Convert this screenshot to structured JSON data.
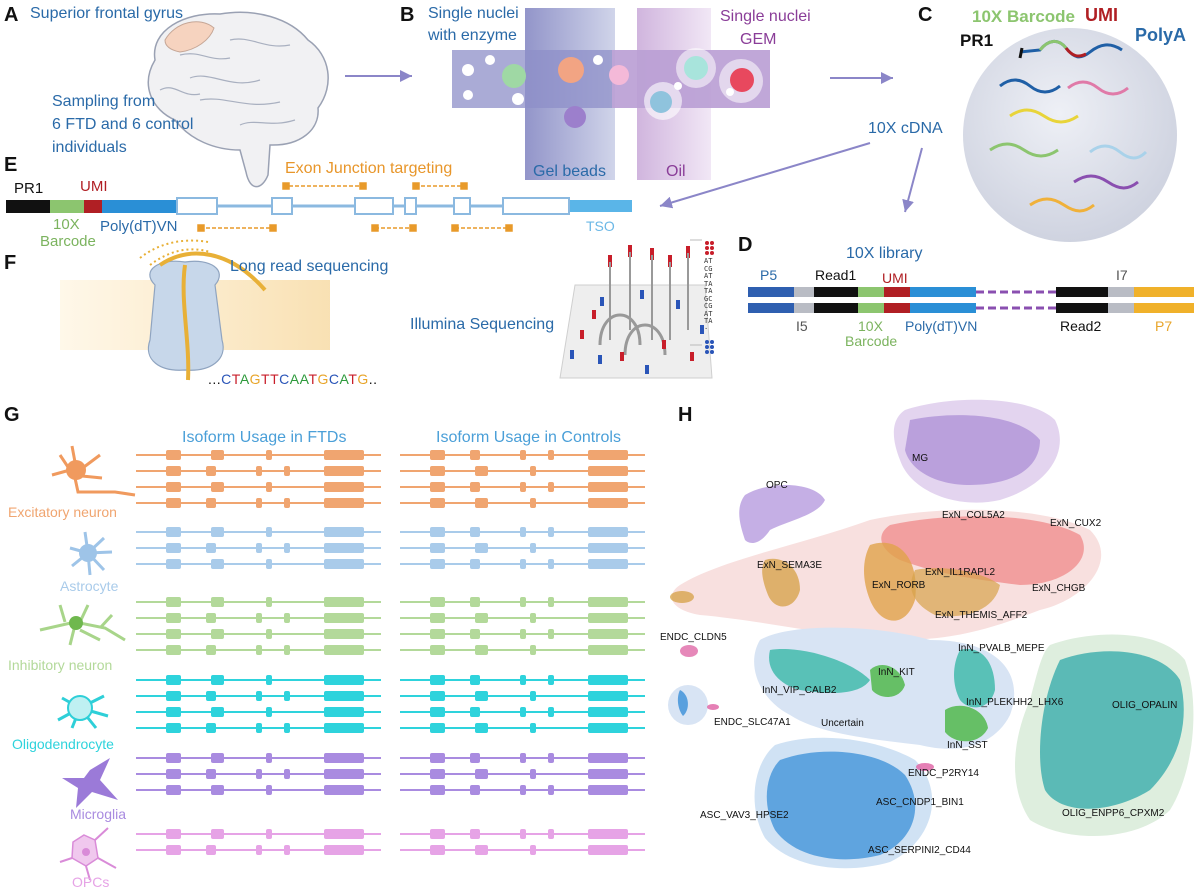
{
  "panels": {
    "a": {
      "label": "A",
      "title": "Superior frontal gyrus",
      "sampling": [
        "Sampling from",
        "6 FTD and 6 control",
        "individuals"
      ]
    },
    "b": {
      "label": "B",
      "left": [
        "Single nuclei",
        "with enzyme"
      ],
      "right": [
        "Single nuclei",
        "GEM"
      ],
      "gel": "Gel beads",
      "oil": "Oil"
    },
    "c": {
      "label": "C",
      "barcode": "10X Barcode",
      "umi": "UMI",
      "polya": "PolyA",
      "pr1": "PR1",
      "cdna": "10X cDNA"
    },
    "d": {
      "label": "D",
      "title": "10X library",
      "p5": "P5",
      "read1": "Read1",
      "umi": "UMI",
      "i7": "I7",
      "i5": "I5",
      "barcode": [
        "10X",
        "Barcode"
      ],
      "polydt": "Poly(dT)VN",
      "read2": "Read2",
      "p7": "P7"
    },
    "e": {
      "label": "E",
      "pr1": "PR1",
      "umi": "UMI",
      "exon_targeting": "Exon Junction targeting",
      "barcode": [
        "10X",
        "Barcode"
      ],
      "polydt": "Poly(dT)VN",
      "tso": "TSO"
    },
    "f": {
      "label": "F",
      "long_read": "Long read sequencing",
      "sequence_prefix": "...",
      "sequence": "CTAGTTCAATGCATG",
      "sequence_suffix": "..",
      "illumina": "Illumina Sequencing",
      "reads": [
        "AT",
        "CG",
        "AT",
        "TA",
        "TA",
        "GC",
        "CG",
        "AT",
        "TA"
      ]
    },
    "g": {
      "label": "G",
      "ftd_header": "Isoform Usage in FTDs",
      "ctrl_header": "Isoform Usage in Controls",
      "cell_types": [
        {
          "name": "Excitatory neuron",
          "color": "#f0a570"
        },
        {
          "name": "Astrocyte",
          "color": "#a9cbea"
        },
        {
          "name": "Inhibitory neuron",
          "color": "#b3d99a"
        },
        {
          "name": "Oligodendrocyte",
          "color": "#2ed3dc"
        },
        {
          "name": "Microglia",
          "color": "#a98be0"
        },
        {
          "name": "OPCs",
          "color": "#e6a3e6"
        }
      ]
    },
    "h": {
      "label": "H",
      "clusters": [
        "MG",
        "OPC",
        "ExN_COL5A2",
        "ExN_CUX2",
        "ExN_SEMA3E",
        "ExN_IL1RAPL2",
        "ExN_RORB",
        "ExN_CHGB",
        "ExN_THEMIS_AFF2",
        "ENDC_CLDN5",
        "InN_PVALB_MEPE",
        "InN_KIT",
        "InN_VIP_CALB2",
        "InN_PLEKHH2_LHX6",
        "OLIG_OPALIN",
        "ENDC_SLC47A1",
        "Uncertain",
        "InN_SST",
        "ENDC_P2RY14",
        "ASC_CNDP1_BIN1",
        "ASC_VAV3_HPSE2",
        "OLIG_ENPP6_CPXM2",
        "ASC_SERPINI2_CD44"
      ]
    }
  }
}
